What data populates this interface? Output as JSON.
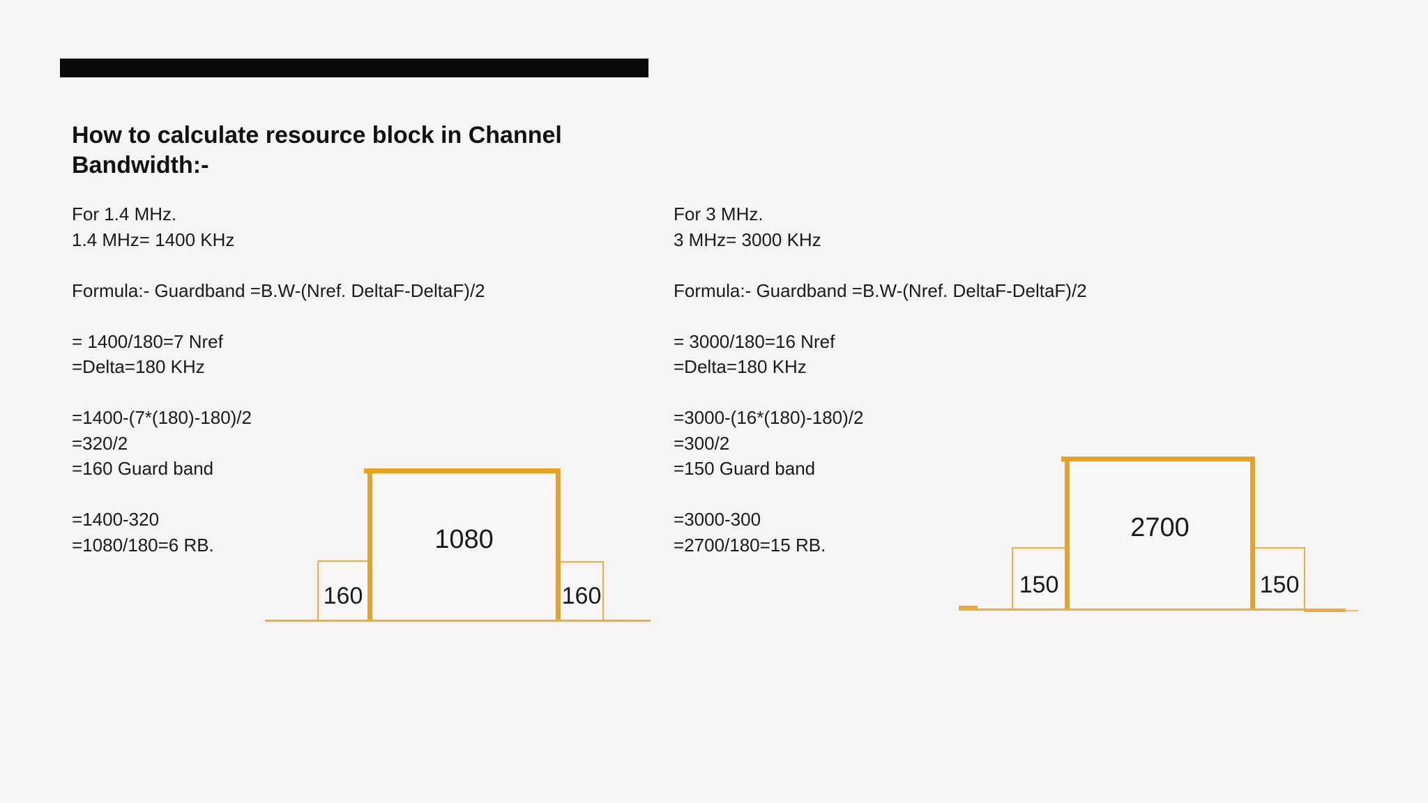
{
  "colors": {
    "background": "#F6F5F4",
    "top_bar": "#0A0A0A",
    "text": "#1A1A1A",
    "diagram_thick_border": "#E8A21E",
    "diagram_thin_border": "#F0AC3C"
  },
  "heading": {
    "line1": "How to calculate resource block in Channel",
    "line2": "Bandwidth:-"
  },
  "left_column": {
    "lines": [
      "For 1.4 MHz.",
      "1.4 MHz= 1400 KHz",
      "",
      "Formula:- Guardband =B.W-(Nref. DeltaF-DeltaF)/2",
      "",
      "= 1400/180=7 Nref",
      "=Delta=180 KHz",
      "",
      "=1400-(7*(180)-180)/2",
      "=320/2",
      "=160 Guard band",
      "",
      "=1400-320",
      "=1080/180=6 RB."
    ]
  },
  "right_column": {
    "lines": [
      "For 3 MHz.",
      "3 MHz= 3000 KHz",
      "",
      "Formula:- Guardband =B.W-(Nref. DeltaF-DeltaF)/2",
      "",
      "= 3000/180=16 Nref",
      "=Delta=180 KHz",
      "",
      "=3000-(16*(180)-180)/2",
      "=300/2",
      "=150 Guard band",
      "",
      "=3000-300",
      "=2700/180=15 RB."
    ]
  },
  "diagram_1_4mhz": {
    "channel_value": "1080",
    "left_guard_value": "160",
    "right_guard_value": "160"
  },
  "diagram_3mhz": {
    "channel_value": "2700",
    "left_guard_value": "150",
    "right_guard_value": "150"
  }
}
